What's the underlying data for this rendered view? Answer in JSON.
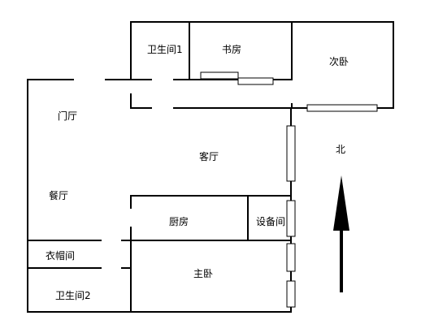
{
  "rooms": {
    "bathroom1": "卫生间1",
    "study": "书房",
    "second_bedroom": "次卧",
    "foyer": "门厅",
    "living_room": "客厅",
    "dining_room": "餐厅",
    "kitchen": "厨房",
    "equipment_room": "设备间",
    "cloakroom": "衣帽间",
    "master_bedroom": "主卧",
    "bathroom2": "卫生间2"
  },
  "compass": {
    "label": "北"
  },
  "colors": {
    "wall": "#000000",
    "background": "#ffffff"
  }
}
